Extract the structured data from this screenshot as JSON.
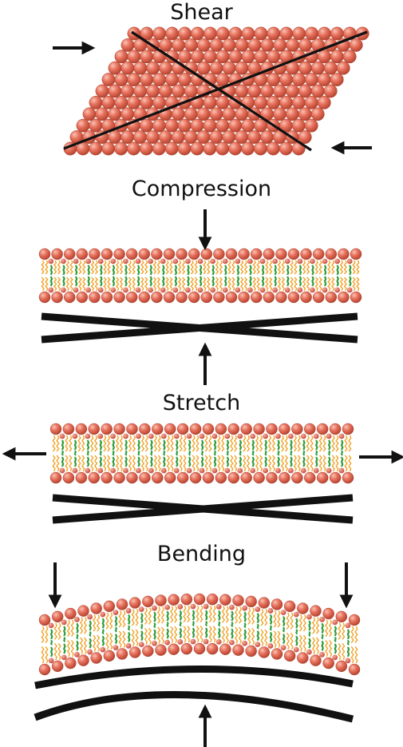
{
  "labels": {
    "shear": "Shear",
    "compression": "Compression",
    "stretch": "Stretch",
    "bending": "Bending"
  },
  "colors": {
    "head": "#e8735f",
    "head_dark": "#b5432f",
    "head_light": "#f6b7a6",
    "tail_orange": "#f2a42c",
    "tail_green": "#2e9e3d",
    "small_head": "#e0604f",
    "line": "#111111"
  },
  "icons": [
    "arrow-right-icon",
    "arrow-left-icon",
    "arrow-down-icon",
    "arrow-up-icon"
  ]
}
